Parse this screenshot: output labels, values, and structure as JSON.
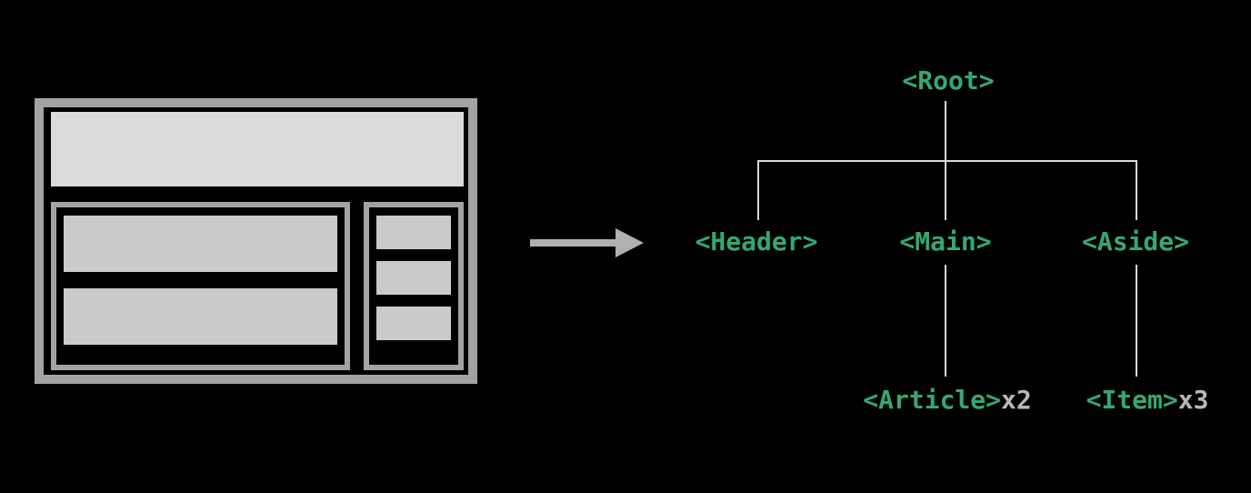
{
  "colors": {
    "bg": "#000000",
    "frame": "#a3a3a3",
    "fill_light": "#dbdbdb",
    "fill_mid": "#cbcbcb",
    "arrow": "#b0b0b0",
    "line": "#d9d9d9",
    "green": "#34a873",
    "count": "#b8b8b8"
  },
  "tree": {
    "root": {
      "label": "<Root>"
    },
    "level1": [
      {
        "label": "<Header>"
      },
      {
        "label": "<Main>"
      },
      {
        "label": "<Aside>"
      }
    ],
    "level2": [
      {
        "label": "<Article>",
        "count": "x2"
      },
      {
        "label": "<Item>",
        "count": "x3"
      }
    ]
  }
}
